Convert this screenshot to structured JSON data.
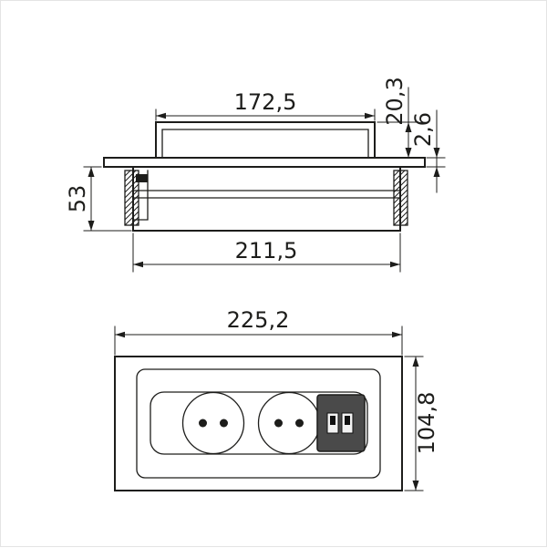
{
  "drawing": {
    "kind": "technical-dimension-drawing",
    "line_color": "#1d1d1b",
    "background": "#ffffff",
    "side_view": {
      "dim_top_width": "172,5",
      "dim_lid_height": "20,3",
      "dim_plate_thickness": "2,6",
      "dim_recess_depth": "53",
      "dim_body_width": "211,5"
    },
    "front_view": {
      "dim_width": "225,2",
      "dim_height": "104,8",
      "socket_count": 2,
      "usb_port_count": 2,
      "usb_module_fill": "#4a4a4a"
    }
  }
}
